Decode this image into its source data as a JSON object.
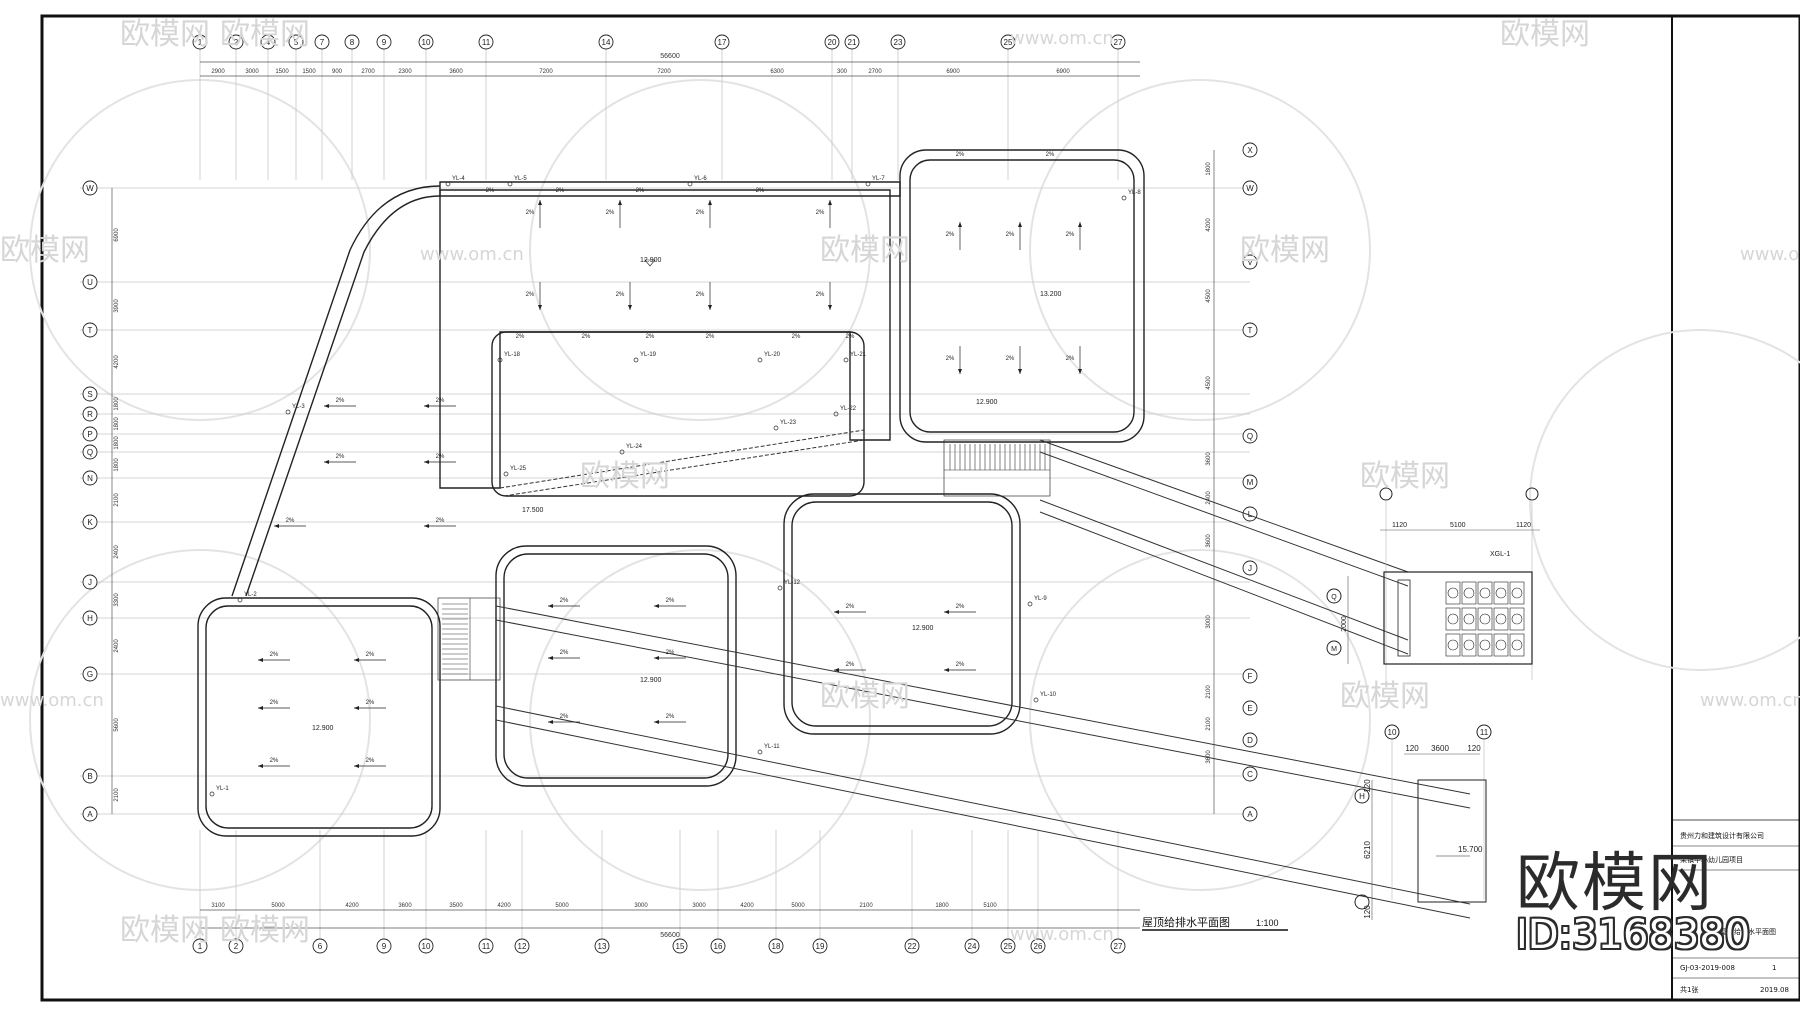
{
  "drawing": {
    "title": "屋顶给排水平面图",
    "scale": "1:100",
    "overall_dim_top": "56600",
    "overall_dim_bottom": "56600"
  },
  "grid": {
    "top_axes": [
      "1",
      "2",
      "4",
      "5",
      "7",
      "8",
      "9",
      "10",
      "11",
      "14",
      "17",
      "20",
      "21",
      "23",
      "25",
      "27"
    ],
    "bottom_axes": [
      "1",
      "2",
      "6",
      "9",
      "10",
      "11",
      "12",
      "13",
      "15",
      "16",
      "18",
      "19",
      "22",
      "24",
      "25",
      "26",
      "27"
    ],
    "left_axes": [
      "W",
      "U",
      "T",
      "S",
      "R",
      "P",
      "Q",
      "N",
      "K",
      "J",
      "H",
      "G",
      "B",
      "A"
    ],
    "right_axes": [
      "X",
      "W",
      "V",
      "T",
      "Q",
      "M",
      "L",
      "J",
      "F",
      "E",
      "D",
      "C",
      "A"
    ],
    "top_dims": [
      "2900",
      "3000",
      "1500",
      "1500",
      "900",
      "2700",
      "2300",
      "3600",
      "7200",
      "7200",
      "6300",
      "300",
      "2700",
      "6900",
      "6900"
    ],
    "bottom_dims": [
      "3100",
      "5000",
      "4200",
      "3600",
      "3500",
      "4200",
      "5000",
      "3000",
      "3000",
      "4200",
      "5000",
      "2100",
      "1800",
      "5100"
    ],
    "left_dims": [
      "6900",
      "3900",
      "4200",
      "1800",
      "1800",
      "1800",
      "1800",
      "2100",
      "2400",
      "3300",
      "2400",
      "5600",
      "2100"
    ],
    "right_dims": [
      "1800",
      "4200",
      "4500",
      "4500",
      "3600",
      "2400",
      "3600",
      "3000",
      "2100",
      "2100",
      "3600"
    ]
  },
  "roofs": {
    "roof_a_elev": "12.900",
    "roof_b_elev": "13.200",
    "roof_b_lower_elev": "12.900",
    "roof_c_elev": "12.900",
    "roof_d_elev": "12.900",
    "roof_e_elev": "12.900",
    "ramp_elev": "17.500",
    "slope": "2%"
  },
  "pipes": [
    "YL-1",
    "YL-2",
    "YL-3",
    "YL-4",
    "YL-5",
    "YL-6",
    "YL-7",
    "YL-8",
    "YL-9",
    "YL-10",
    "YL-11",
    "YL-12",
    "YL-18",
    "YL-19",
    "YL-20",
    "YL-21",
    "YL-22",
    "YL-23",
    "YL-24",
    "YL-25"
  ],
  "detail_small": {
    "dims": [
      "120",
      "3600",
      "120"
    ],
    "axes": [
      "10",
      "11",
      "H"
    ],
    "vertical_dims": [
      "120",
      "6210",
      "120"
    ],
    "elev": "15.700"
  },
  "detail_tank": {
    "axes": [
      "Q",
      "M"
    ],
    "dims": [
      "5100",
      "1120",
      "1120",
      "2000"
    ],
    "label": "XGL-1"
  },
  "title_block": {
    "company": "贵州力和建筑设计有限公司",
    "project": "某镇中心幼儿园项目",
    "sheet_name": "屋顶给排水平面图",
    "drawing_no": "GJ-03-2019-008",
    "date": "2019.08",
    "sheet": "1",
    "sheet_total": "共1张"
  },
  "watermark": {
    "logo_text": "欧模网",
    "site_text": "www.om.cn",
    "id_text": "ID:3168380"
  }
}
